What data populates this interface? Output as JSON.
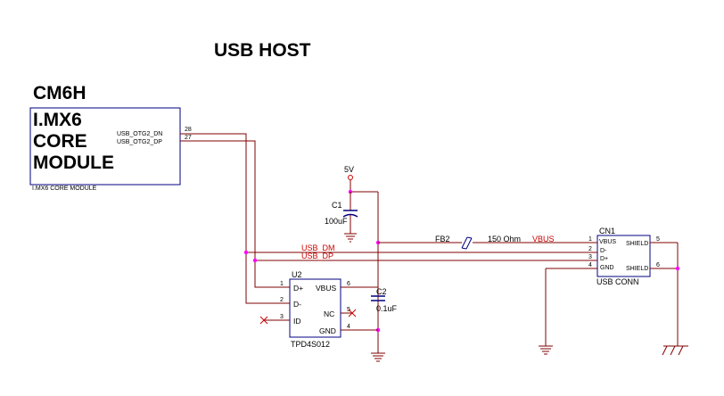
{
  "title": "USB HOST",
  "module": {
    "refdes": "CM6H",
    "name_lines": [
      "I.MX6",
      "CORE",
      "MODULE"
    ],
    "sub_label": "I.MX6 CORE MODULE",
    "pins": [
      {
        "name": "USB_OTG2_DN",
        "number": "28"
      },
      {
        "name": "USB_OTG2_DP",
        "number": "27"
      }
    ]
  },
  "power": {
    "label": "5V"
  },
  "c1": {
    "refdes": "C1",
    "value": "100uF"
  },
  "c2": {
    "refdes": "C2",
    "value": "0.1uF"
  },
  "fb2": {
    "refdes": "FB2",
    "value": "150 Ohm"
  },
  "nets": {
    "vbus": "VBUS",
    "usb_dm": "USB_DM",
    "usb_dp": "USB_DP"
  },
  "u2": {
    "refdes": "U2",
    "part": "TPD4S012",
    "pins": [
      {
        "number": "1",
        "name": "D+"
      },
      {
        "number": "2",
        "name": "D-"
      },
      {
        "number": "3",
        "name": "ID"
      },
      {
        "number": "6",
        "name": "VBUS"
      },
      {
        "number": "5",
        "name": "NC"
      },
      {
        "number": "4",
        "name": "GND"
      }
    ]
  },
  "cn1": {
    "refdes": "CN1",
    "part": "USB CONN",
    "left_pins": [
      {
        "number": "1",
        "name": "VBUS"
      },
      {
        "number": "2",
        "name": "D-"
      },
      {
        "number": "3",
        "name": "D+"
      },
      {
        "number": "4",
        "name": "GND"
      }
    ],
    "right_pins": [
      {
        "number": "5",
        "name": "SHIELD"
      },
      {
        "number": "6",
        "name": "SHIELD"
      }
    ]
  },
  "colors": {
    "wire": "#800000",
    "body": "#000080",
    "junction": "#ff00ff",
    "net_label": "#cc0000"
  }
}
